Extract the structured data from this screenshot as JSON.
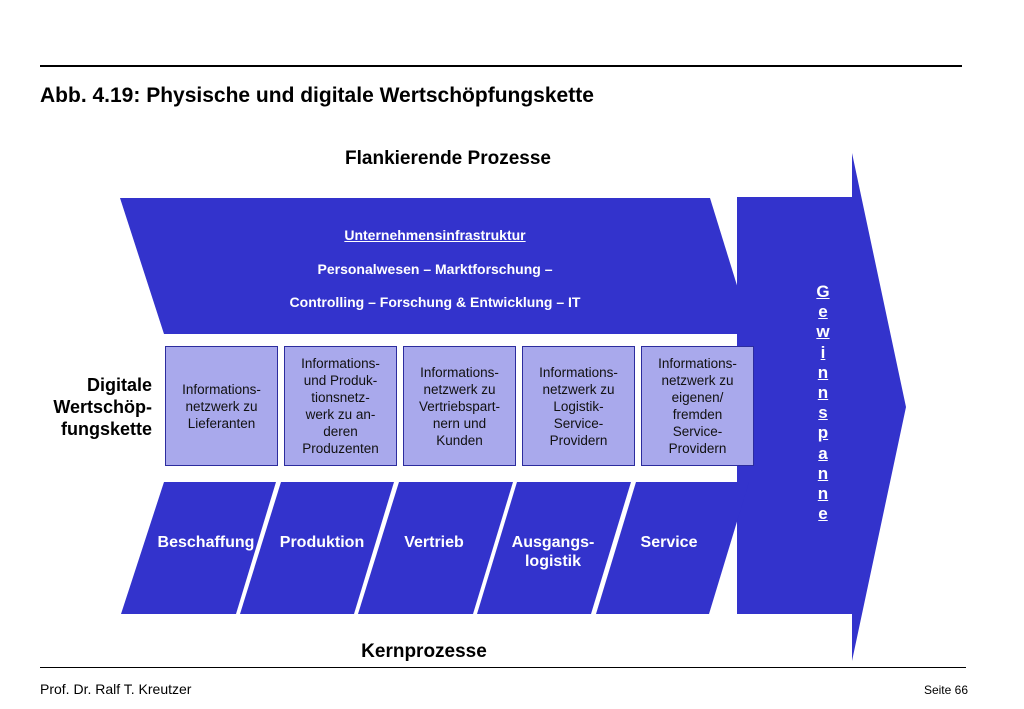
{
  "title": "Abb. 4.19: Physische und digitale Wertschöpfungskette",
  "flank_heading": "Flankierende Prozesse",
  "core_heading": "Kernprozesse",
  "digital_label": "Digitale\nWertschöp-\nfungskette",
  "support": {
    "title": "Unternehmensinfrastruktur",
    "line1": "Personalwesen – Marktforschung –",
    "line2": "Controlling – Forschung & Entwicklung – IT"
  },
  "info_boxes": [
    "Informations-\nnetzwerk zu\nLieferanten",
    "Informations-\nund Produk-\ntionsnetz-\nwerk zu an-\nderen\nProduzenten",
    "Informations-\nnetzwerk zu\nVertriebspart-\nnern und\nKunden",
    "Informations-\nnetzwerk zu\nLogistik-\nService-\nProvidern",
    "Informations-\nnetzwerk zu\neigenen/\nfremden\nService-\nProvidern"
  ],
  "core_processes": [
    "Beschaffung",
    "Produktion",
    "Vertrieb",
    "Ausgangs-\nlogistik",
    "Service"
  ],
  "margin_letters": [
    "G",
    "e",
    "w",
    "i",
    "n",
    "n",
    "s",
    "p",
    "a",
    "n",
    "n",
    "e"
  ],
  "footer": {
    "author": "Prof. Dr. Ralf T. Kreutzer",
    "page": "Seite 66"
  },
  "colors": {
    "shape_blue": "#3333cc",
    "box_fill": "#a9a9ec",
    "text_white": "#ffffff"
  }
}
